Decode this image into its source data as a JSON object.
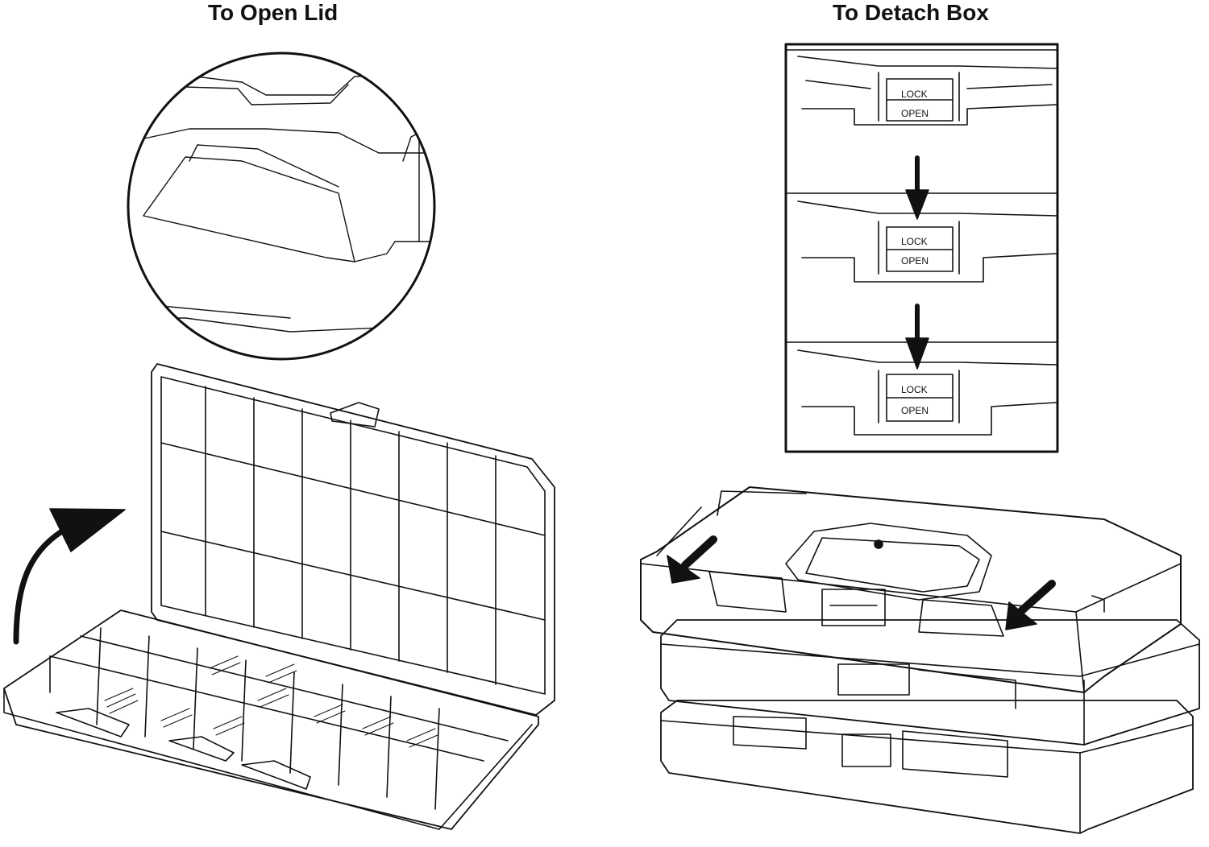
{
  "left_panel": {
    "title": "To Open Lid"
  },
  "right_panel": {
    "title": "To Detach Box"
  },
  "latch_labels": {
    "lock": "LOCK",
    "open": "OPEN"
  },
  "colors": {
    "line": "#111111",
    "background": "#ffffff"
  }
}
